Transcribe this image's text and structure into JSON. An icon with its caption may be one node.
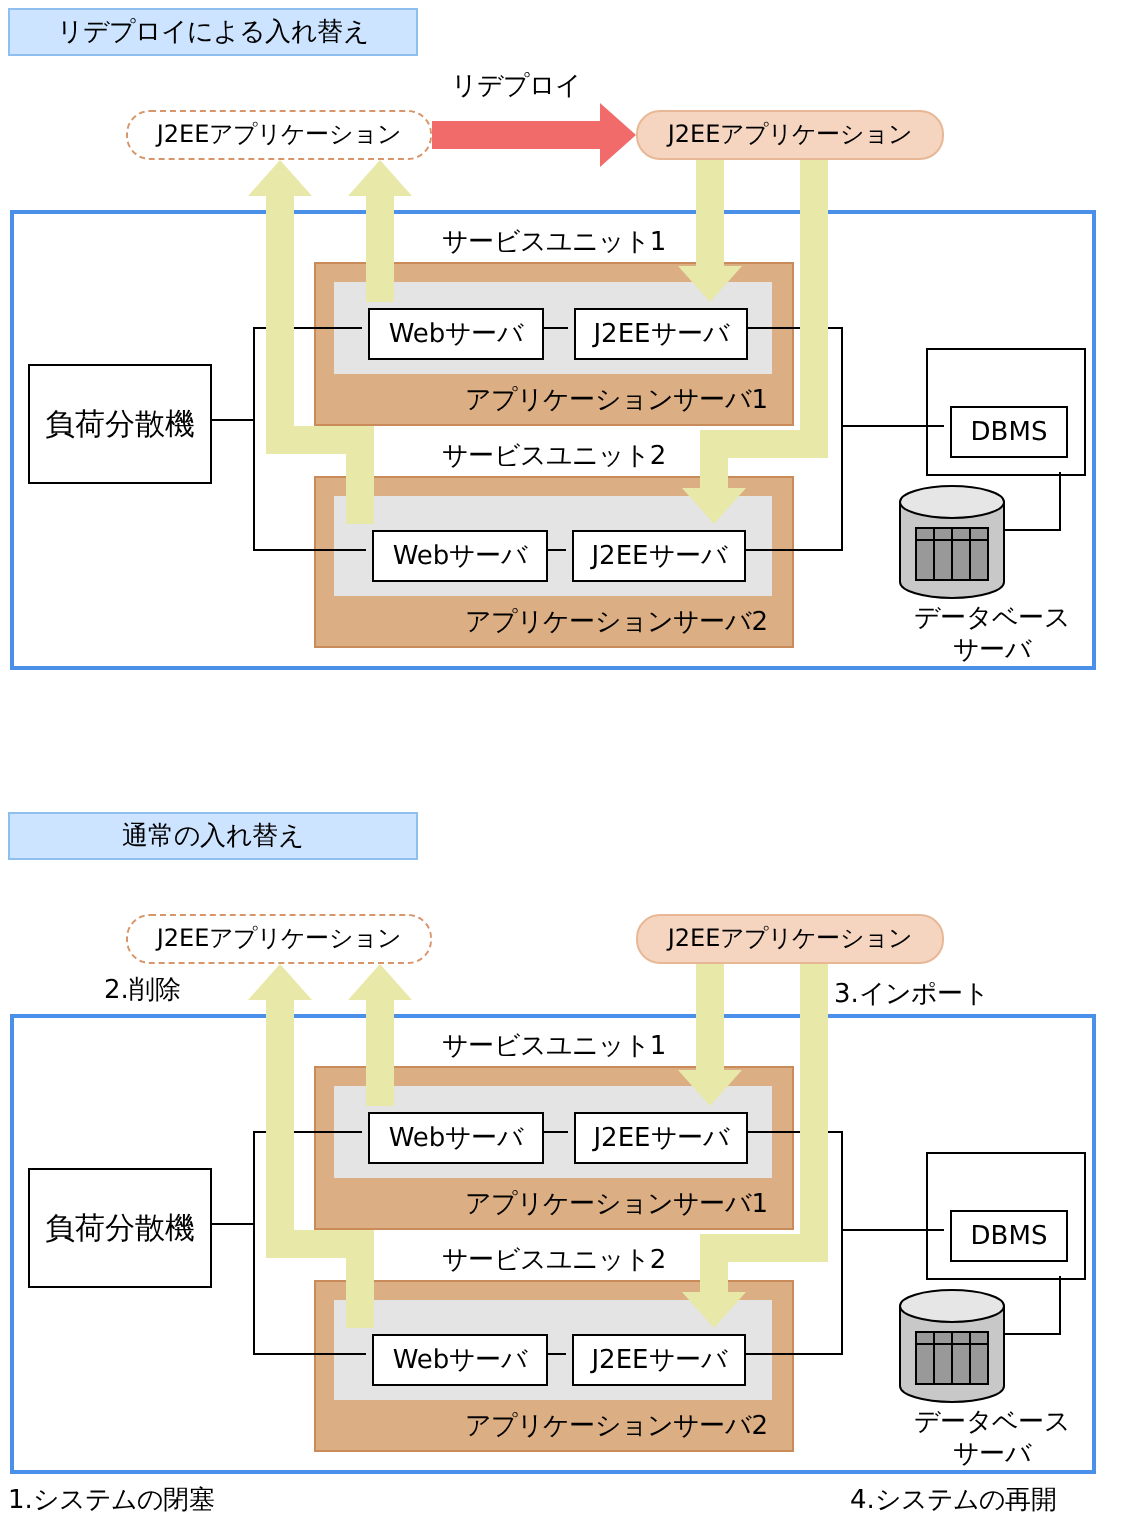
{
  "diagram": {
    "nodes": [
      {
        "text": [
          "リデプロイによる入れ替え"
        ]
      },
      {
        "text": [
          "J2EEアプリケーション"
        ]
      },
      {
        "text": [
          "J2EEアプリケーション"
        ]
      },
      {
        "text": [],
        "shape": "box"
      },
      {
        "text": [
          "サービスユニット1",
          "アプリケーションサーバ1"
        ],
        "in": 3
      },
      {
        "text": [
          "Webサーバ"
        ],
        "in": 4
      },
      {
        "text": [
          "J2EEサーバ"
        ],
        "in": 4
      },
      {
        "text": [
          "サービスユニット2",
          "アプリケーションサーバ2"
        ],
        "in": 3
      },
      {
        "text": [
          "Webサーバ"
        ],
        "in": 7
      },
      {
        "text": [
          "J2EEサーバ"
        ],
        "in": 7
      },
      {
        "text": [
          "負荷分散機"
        ],
        "in": 3
      },
      {
        "text": [],
        "shape": "box",
        "in": 3
      },
      {
        "text": [
          "DBMS"
        ],
        "in": 11
      },
      {
        "text": [],
        "shape": "cylinder",
        "beside": [
          "データベースサーバ"
        ],
        "in": 3
      },
      {
        "text": [
          "通常の入れ替え"
        ]
      },
      {
        "text": [
          "J2EEアプリケーション"
        ]
      },
      {
        "text": [
          "J2EEアプリケーション"
        ]
      },
      {
        "text": [],
        "shape": "box"
      },
      {
        "text": [
          "サービスユニット1",
          "アプリケーションサーバ1"
        ],
        "in": 17
      },
      {
        "text": [
          "Webサーバ"
        ],
        "in": 18
      },
      {
        "text": [
          "J2EEサーバ"
        ],
        "in": 18
      },
      {
        "text": [
          "サービスユニット2",
          "アプリケーションサーバ2"
        ],
        "in": 17
      },
      {
        "text": [
          "Webサーバ"
        ],
        "in": 21
      },
      {
        "text": [
          "J2EEサーバ"
        ],
        "in": 21
      },
      {
        "text": [
          "負荷分散機"
        ],
        "in": 17
      },
      {
        "text": [],
        "shape": "box",
        "in": 17
      },
      {
        "text": [
          "DBMS"
        ],
        "in": 25
      },
      {
        "text": [],
        "shape": "cylinder",
        "beside": [
          "データベースサーバ"
        ],
        "in": 17
      }
    ],
    "edges": [
      {
        "from": 10,
        "to": 5,
        "arrow": "none"
      },
      {
        "from": 10,
        "to": 8,
        "arrow": "none"
      },
      {
        "from": 5,
        "to": 6,
        "arrow": "none"
      },
      {
        "from": 8,
        "to": 9,
        "arrow": "none"
      },
      {
        "from": 6,
        "to": 12,
        "arrow": "none"
      },
      {
        "from": 9,
        "to": 12,
        "arrow": "none"
      },
      {
        "from": 8,
        "to": 1,
        "arrow": "to",
        "style": "thick",
        "color": "#e8e8a8"
      },
      {
        "from": 5,
        "to": 1,
        "arrow": "to",
        "style": "thick",
        "color": "#e8e8a8"
      },
      {
        "from": 2,
        "to": 6,
        "arrow": "to",
        "style": "thick",
        "color": "#e8e8a8"
      },
      {
        "from": 2,
        "to": 9,
        "arrow": "to",
        "style": "thick",
        "color": "#e8e8a8"
      },
      {
        "from": 1,
        "to": 2,
        "arrow": "to",
        "label": "リデプロイ",
        "style": "thick",
        "color": "#f26b6b"
      },
      {
        "from": 24,
        "to": 19,
        "arrow": "none"
      },
      {
        "from": 24,
        "to": 22,
        "arrow": "none"
      },
      {
        "from": 19,
        "to": 20,
        "arrow": "none"
      },
      {
        "from": 22,
        "to": 23,
        "arrow": "none"
      },
      {
        "from": 20,
        "to": 26,
        "arrow": "none"
      },
      {
        "from": 23,
        "to": 26,
        "arrow": "none"
      },
      {
        "from": 22,
        "to": 15,
        "arrow": "to",
        "style": "thick",
        "color": "#e8e8a8"
      },
      {
        "from": 19,
        "to": 15,
        "arrow": "to",
        "style": "thick",
        "color": "#e8e8a8"
      },
      {
        "from": 16,
        "to": 20,
        "arrow": "to",
        "style": "thick",
        "color": "#e8e8a8"
      },
      {
        "from": 16,
        "to": 23,
        "arrow": "to",
        "style": "thick",
        "color": "#e8e8a8"
      },
      {
        "from": 11,
        "to": 13,
        "arrow": "none"
      },
      {
        "from": 25,
        "to": 27,
        "arrow": "none"
      }
    ],
    "labels": [
      "2.削除",
      "3.インポート",
      "1.システムの閉塞",
      "4.システムの再開"
    ]
  }
}
